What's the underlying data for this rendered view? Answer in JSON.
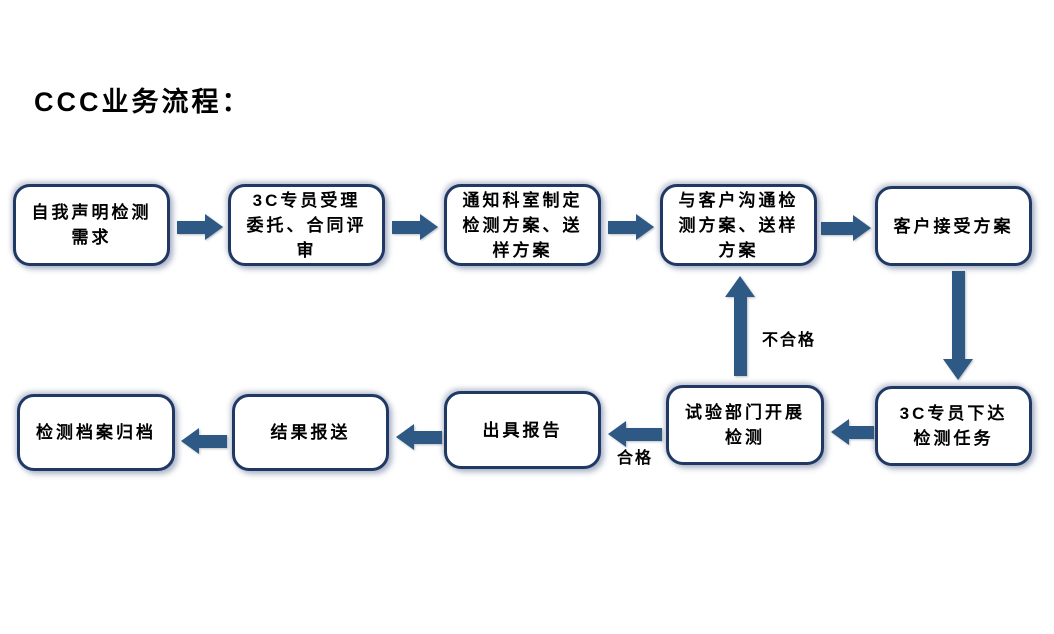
{
  "title": "CCC业务流程：",
  "colors": {
    "box_border": "#1F3864",
    "arrow": "#2E5984",
    "text": "#000000",
    "background": "#FFFFFF"
  },
  "nodes": [
    {
      "id": 1,
      "label": "自我声明检测\n需求"
    },
    {
      "id": 2,
      "label": "3C专员受理\n委托、合同评\n审"
    },
    {
      "id": 3,
      "label": "通知科室制定\n检测方案、送\n样方案"
    },
    {
      "id": 4,
      "label": "与客户沟通检\n测方案、送样\n方案"
    },
    {
      "id": 5,
      "label": "客户接受方案"
    },
    {
      "id": 6,
      "label": "3C专员下达\n检测任务"
    },
    {
      "id": 7,
      "label": "试验部门开展\n检测"
    },
    {
      "id": 8,
      "label": "出具报告"
    },
    {
      "id": 9,
      "label": "结果报送"
    },
    {
      "id": 10,
      "label": "检测档案归档"
    }
  ],
  "edges": [
    {
      "from": 1,
      "to": 2,
      "direction": "right",
      "label": ""
    },
    {
      "from": 2,
      "to": 3,
      "direction": "right",
      "label": ""
    },
    {
      "from": 3,
      "to": 4,
      "direction": "right",
      "label": ""
    },
    {
      "from": 4,
      "to": 5,
      "direction": "right",
      "label": ""
    },
    {
      "from": 5,
      "to": 6,
      "direction": "down",
      "label": ""
    },
    {
      "from": 6,
      "to": 7,
      "direction": "left",
      "label": ""
    },
    {
      "from": 7,
      "to": 8,
      "direction": "left",
      "label": "合格"
    },
    {
      "from": 7,
      "to": 4,
      "direction": "up",
      "label": "不合格"
    },
    {
      "from": 8,
      "to": 9,
      "direction": "left",
      "label": ""
    },
    {
      "from": 9,
      "to": 10,
      "direction": "left",
      "label": ""
    }
  ]
}
